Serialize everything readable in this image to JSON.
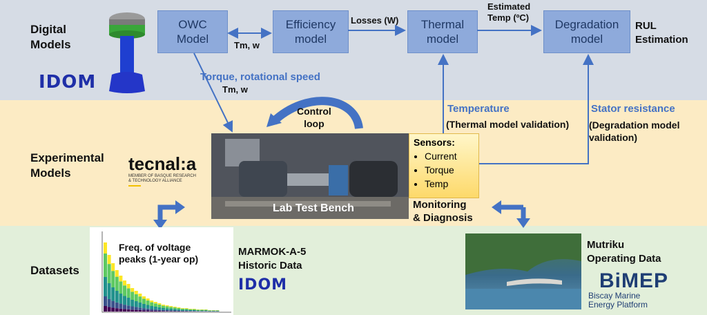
{
  "bands": {
    "digital": "Digital\nModels",
    "experimental": "Experimental\nModels",
    "datasets": "Datasets"
  },
  "boxes": {
    "owc": "OWC\nModel",
    "efficiency": "Efficiency\nmodel",
    "thermal": "Thermal\nmodel",
    "degradation": "Degradation\nmodel"
  },
  "labels": {
    "tm_w_top": "Tm, w",
    "losses": "Losses (W)",
    "estimated_temp": "Estimated\nTemp (ºC)",
    "rul": "RUL\nEstimation",
    "torque_speed": "Torque, rotational speed",
    "tm_w_down": "Tm, w",
    "control_loop": "Control\nloop",
    "temperature": "Temperature",
    "thermal_validation": "(Thermal model validation)",
    "stator": "Stator resistance",
    "degradation_validation": "(Degradation model\nvalidation)",
    "lab_bench": "Lab Test Bench",
    "monitoring": "Monitoring\n& Diagnosis",
    "freq_peaks": "Freq. of voltage\npeaks (1-year op)",
    "marmok": "MARMOK-A-5\nHistoric Data",
    "mutriku": "Mutriku\nOperating Data"
  },
  "sensors": {
    "title": "Sensors:",
    "items": [
      "Current",
      "Torque",
      "Temp"
    ]
  },
  "logos": {
    "idom": "IDOM",
    "tecnalia": "tecnal:a",
    "tecnalia_sub": "MEMBER OF BASQUE RESEARCH\n& TECHNOLOGY ALLIANCE",
    "bimep": "BiMEP",
    "bimep_sub": "Biscay Marine\nEnergy Platform"
  },
  "colors": {
    "box_fill": "#8eaadb",
    "arrow": "#4472c4",
    "digital_band": "#d6dce5",
    "experimental_band": "#fcebc4",
    "datasets_band": "#e2efda"
  }
}
